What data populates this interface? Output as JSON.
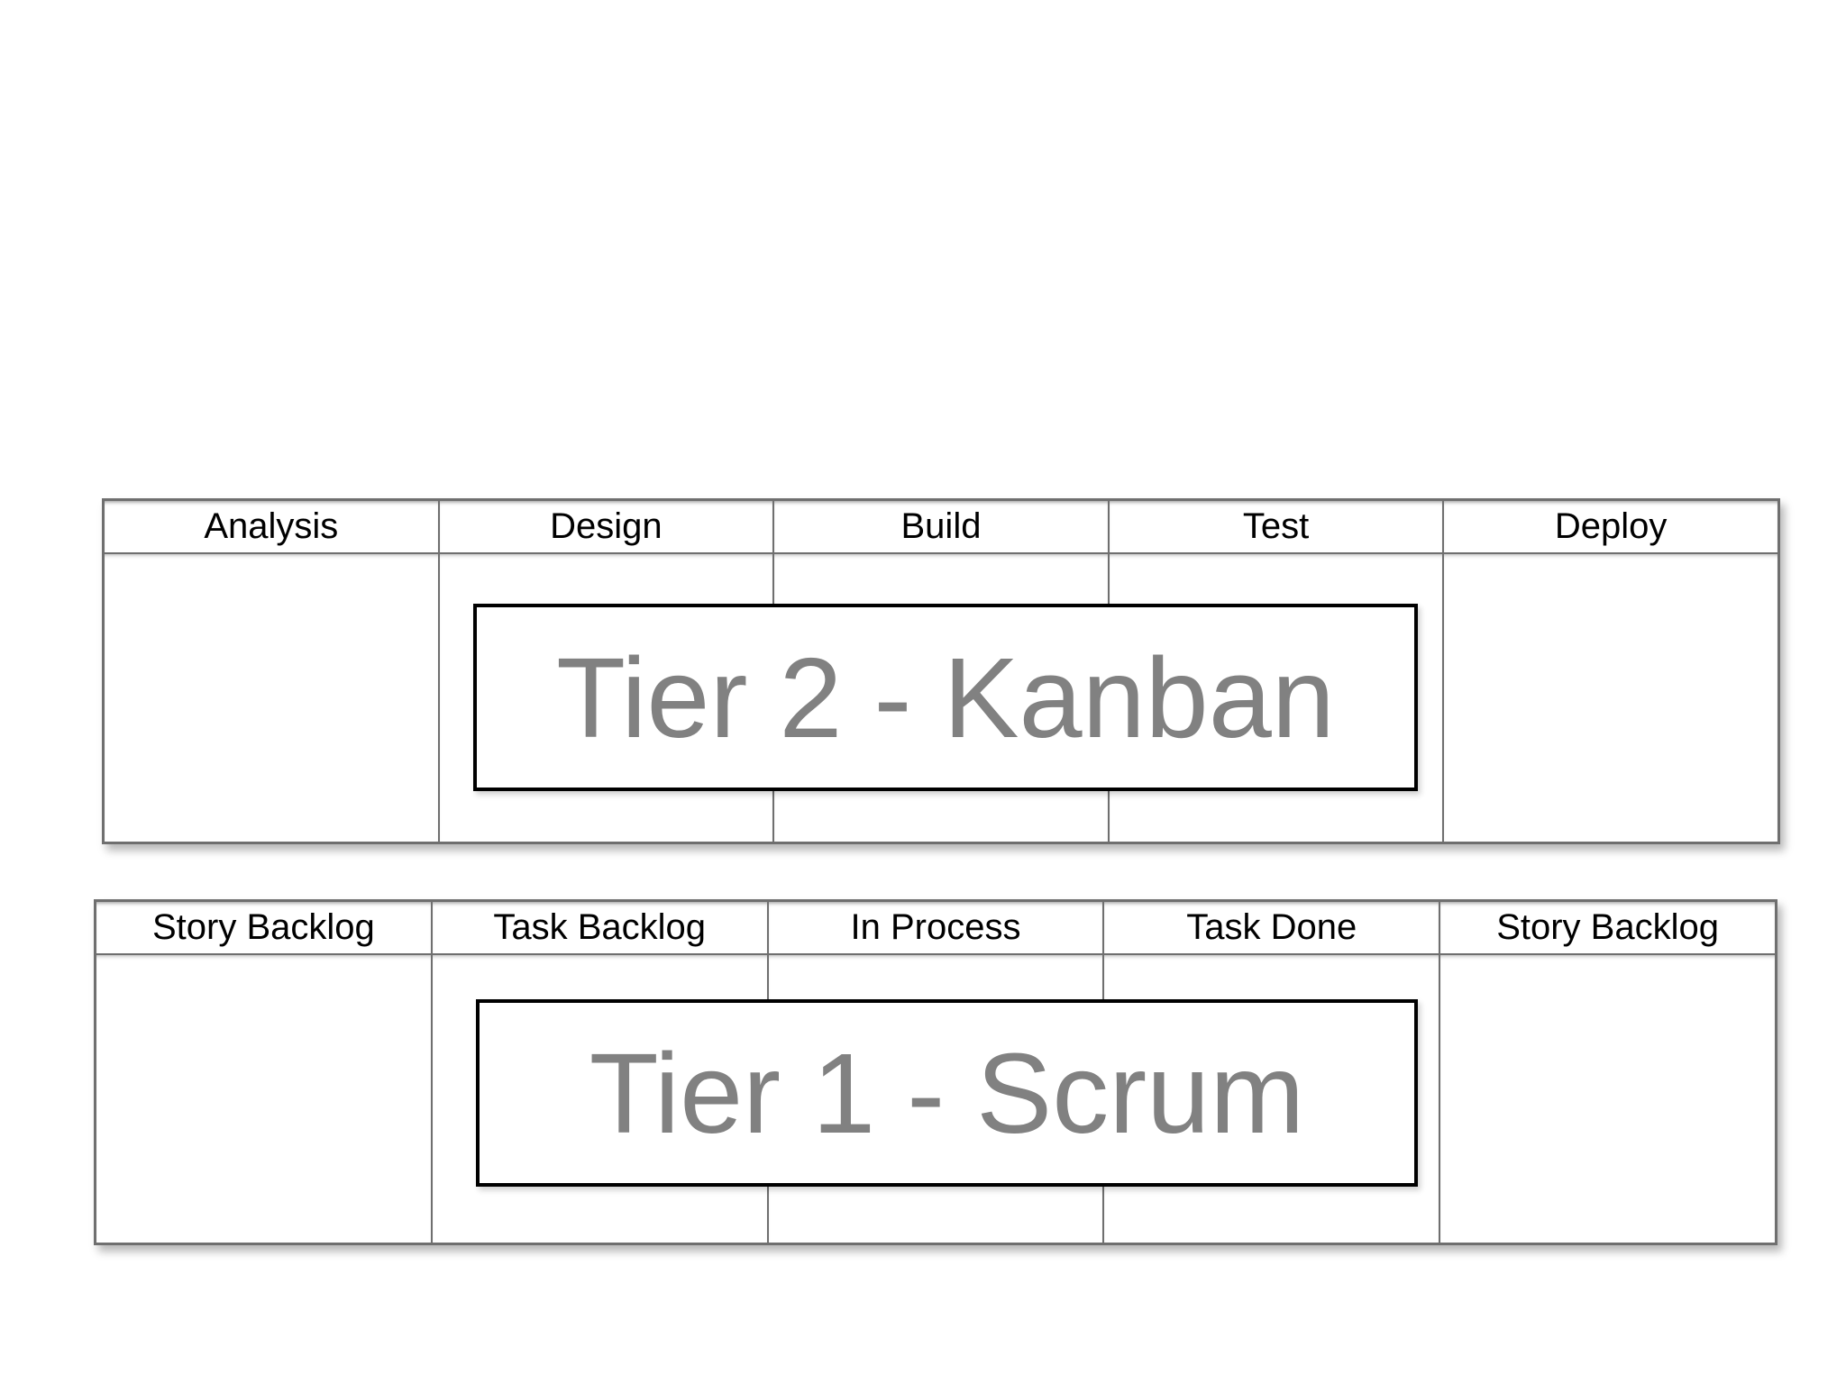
{
  "colors": {
    "background": "#ffffff",
    "table_border": "#6f6f6f",
    "header_text": "#000000",
    "overlay_border": "#000000",
    "overlay_text": "#818181"
  },
  "boards": [
    {
      "id": "tier2-kanban",
      "columns": [
        "Analysis",
        "Design",
        "Build",
        "Test",
        "Deploy"
      ],
      "overlay_label": "Tier 2 - Kanban"
    },
    {
      "id": "tier1-scrum",
      "columns": [
        "Story Backlog",
        "Task Backlog",
        "In Process",
        "Task Done",
        "Story Backlog"
      ],
      "overlay_label": "Tier 1 - Scrum"
    }
  ]
}
